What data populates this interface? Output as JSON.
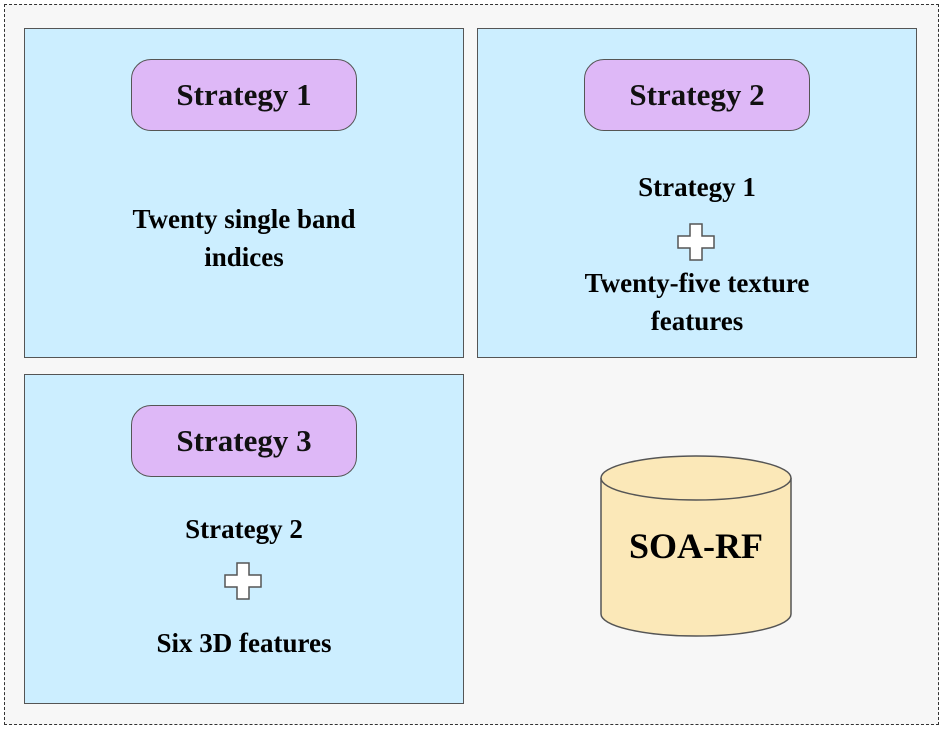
{
  "panels": [
    {
      "title": "Strategy 1",
      "lines": [
        "Twenty single band",
        "indices"
      ]
    },
    {
      "title": "Strategy 2",
      "base": "Strategy 1",
      "addition_lines": [
        "Twenty-five texture",
        "features"
      ]
    },
    {
      "title": "Strategy 3",
      "base": "Strategy 2",
      "addition_lines": [
        "Six 3D features"
      ]
    }
  ],
  "model": {
    "label": "SOA-RF"
  },
  "colors": {
    "frame_background": "#f7f7f7",
    "panel_fill": "#cceeff",
    "title_fill": "#deb8f7",
    "cylinder_fill": "#fbe8b8"
  },
  "icons": {
    "combine": "plus-icon",
    "model": "cylinder-icon"
  }
}
